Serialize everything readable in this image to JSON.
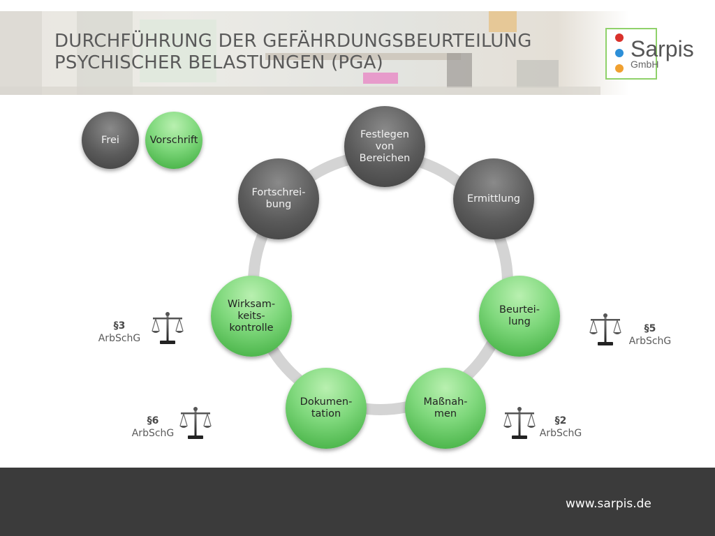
{
  "header": {
    "title_line1": "DURCHFÜHRUNG DER GEFÄHRDUNGSBEURTEILUNG",
    "title_line2": "PSYCHISCHER BELASTUNGEN (PGA)"
  },
  "logo": {
    "name": "Sarpis",
    "suffix": "GmbH",
    "border_color": "#8fd16a"
  },
  "legend": {
    "free_label": "Frei",
    "mandatory_label": "Vorschrift"
  },
  "cycle": {
    "nodes": [
      {
        "id": "festlegen",
        "label": "Festlegen\nvon\nBereichen",
        "type": "frei"
      },
      {
        "id": "ermittlung",
        "label": "Ermittlung",
        "type": "frei"
      },
      {
        "id": "beurteilung",
        "label": "Beurtei-\nlung",
        "type": "vorschrift"
      },
      {
        "id": "massnahmen",
        "label": "Maßnah-\nmen",
        "type": "vorschrift"
      },
      {
        "id": "dokumentation",
        "label": "Dokumen-\ntation",
        "type": "vorschrift"
      },
      {
        "id": "wirksamkeit",
        "label": "Wirksam-\nkeits-\nkontrolle",
        "type": "vorschrift"
      },
      {
        "id": "fortschreibung",
        "label": "Fortschrei-\nbung",
        "type": "frei"
      }
    ]
  },
  "laws": [
    {
      "id": "p3",
      "section": "§3",
      "act": "ArbSchG"
    },
    {
      "id": "p5",
      "section": "§5",
      "act": "ArbSchG"
    },
    {
      "id": "p6",
      "section": "§6",
      "act": "ArbSchG"
    },
    {
      "id": "p2",
      "section": "§2",
      "act": "ArbSchG"
    }
  ],
  "icons": {
    "law": "scales-icon"
  },
  "colors": {
    "gray_node": "#5a5a5a",
    "green_node": "#6fcf6c",
    "ring": "#d4d4d4",
    "footer": "#3b3b3b"
  },
  "footer": {
    "url": "www.sarpis.de"
  }
}
